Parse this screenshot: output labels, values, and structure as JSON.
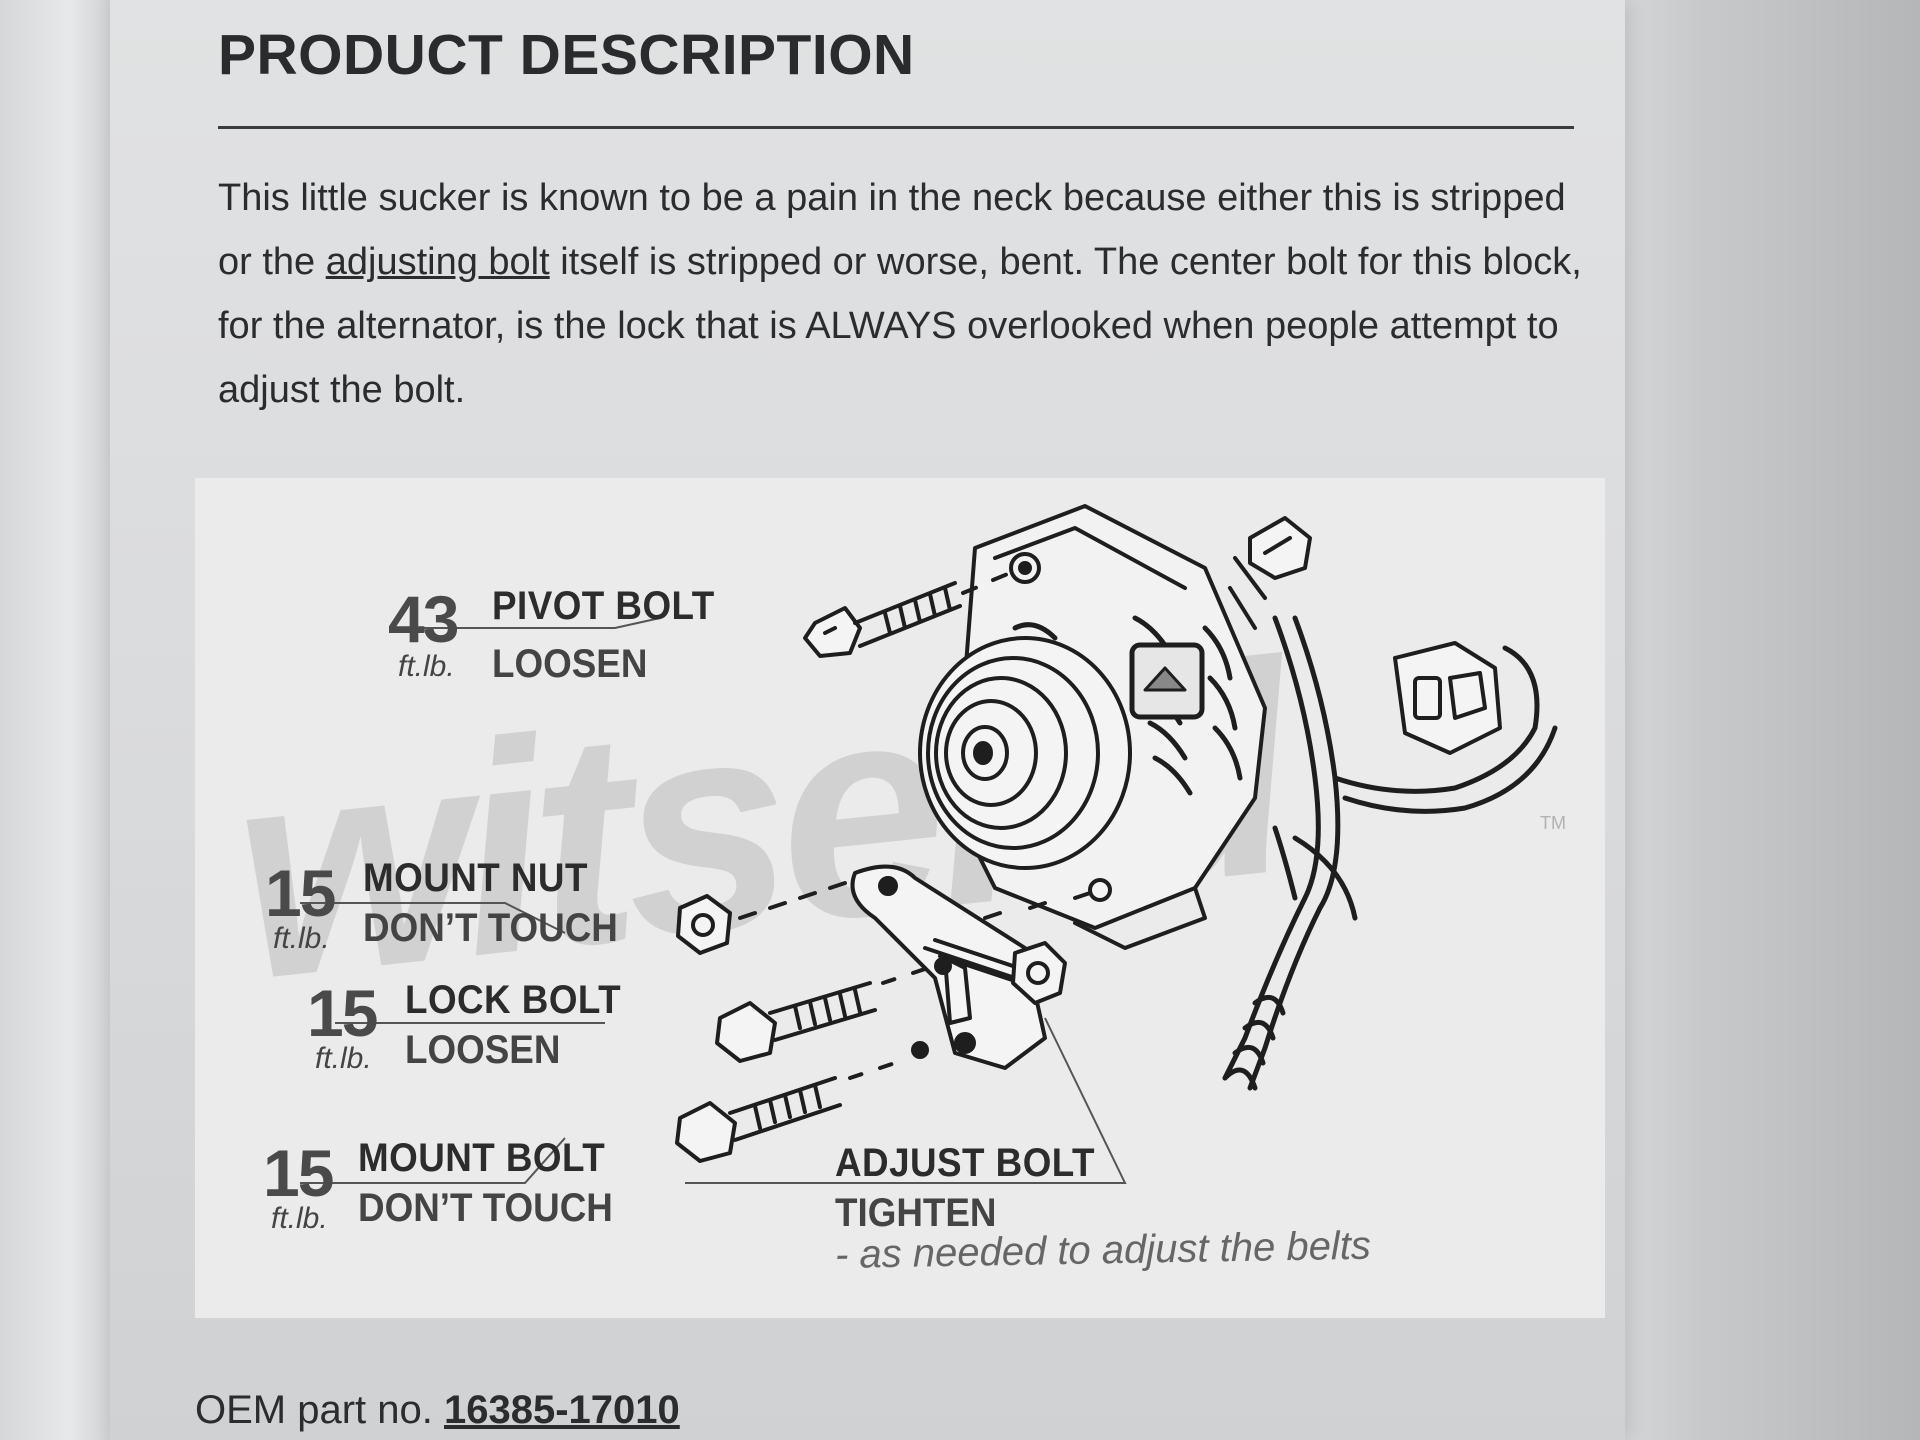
{
  "heading": "PRODUCT DESCRIPTION",
  "description": {
    "before_link": "This little sucker is known to be a pain in the neck because either this is stripped or the ",
    "link_text": "adjusting bolt",
    "after_link": " itself is stripped or worse, bent. The center bolt for this block, for the alternator, is the lock that is ALWAYS overlooked when people attempt to adjust the bolt."
  },
  "diagram": {
    "watermark": "witsend",
    "trademark": "TM",
    "callouts": [
      {
        "torque": "43",
        "unit": "ft.lb.",
        "part": "PIVOT BOLT",
        "action": "LOOSEN"
      },
      {
        "torque": "15",
        "unit": "ft.lb.",
        "part": "MOUNT NUT",
        "action": "DON’T TOUCH"
      },
      {
        "torque": "15",
        "unit": "ft.lb.",
        "part": "LOCK BOLT",
        "action": "LOOSEN"
      },
      {
        "torque": "15",
        "unit": "ft.lb.",
        "part": "MOUNT BOLT",
        "action": "DON’T TOUCH"
      }
    ],
    "adjust": {
      "part": "ADJUST BOLT",
      "action": "TIGHTEN",
      "note": "- as needed to adjust the belts"
    }
  },
  "oem": {
    "label": "OEM part no.",
    "number": "16385-17010"
  }
}
